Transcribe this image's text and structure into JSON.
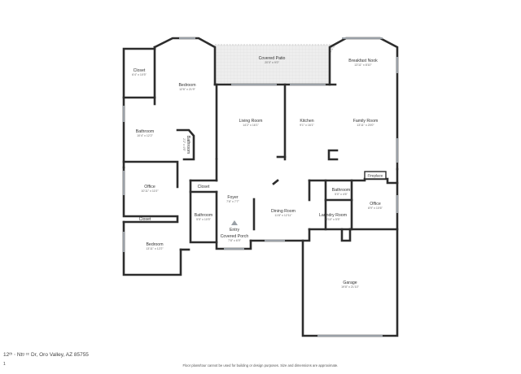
{
  "rooms": [
    {
      "id": "covered-patio",
      "name": "Covered Patio",
      "dims": "20'0\" x 9'0\""
    },
    {
      "id": "breakfast-nook",
      "name": "Breakfast Nook",
      "dims": "13'11\" x 8'10\""
    },
    {
      "id": "closet-top",
      "name": "Closet",
      "dims": "6'4\" x 10'5\""
    },
    {
      "id": "bedroom-main",
      "name": "Bedroom",
      "dims": "12'6\" x 21'9\""
    },
    {
      "id": "living-room",
      "name": "Living Room",
      "dims": "14'2\" x 16'1\""
    },
    {
      "id": "kitchen",
      "name": "Kitchen",
      "dims": "9'1\" x 16'1\""
    },
    {
      "id": "family-room",
      "name": "Family Room",
      "dims": "13'11\" x 20'0\""
    },
    {
      "id": "bathroom-main",
      "name": "Bathroom",
      "dims": "10'4\" x 12'2\""
    },
    {
      "id": "bathroom-small",
      "name": "Bathroom",
      "dims": "2'2\" x 4'6\""
    },
    {
      "id": "office-left",
      "name": "Office",
      "dims": "10'11\" x 11'0\""
    },
    {
      "id": "closet-mid",
      "name": "Closet",
      "dims": ""
    },
    {
      "id": "foyer",
      "name": "Foyer",
      "dims": "7'8\" x 7'7\""
    },
    {
      "id": "bathroom-hall",
      "name": "Bathroom",
      "dims": "5'5\" x 10'5\""
    },
    {
      "id": "dining-room",
      "name": "Dining Room",
      "dims": "11'8\" x 12'11\""
    },
    {
      "id": "bathroom-right",
      "name": "Bathroom",
      "dims": "5'0\" x 4'6\""
    },
    {
      "id": "office-right",
      "name": "Office",
      "dims": "8'9\" x 10'6\""
    },
    {
      "id": "laundry-room",
      "name": "Laundry Room",
      "dims": "8'10\" x 5'5\""
    },
    {
      "id": "closet-lower",
      "name": "Closet",
      "dims": ""
    },
    {
      "id": "entry",
      "name": "Entry",
      "dims": ""
    },
    {
      "id": "covered-porch",
      "name": "Covered Porch",
      "dims": "7'8\" x 6'9\""
    },
    {
      "id": "bedroom-lower",
      "name": "Bedroom",
      "dims": "13'11\" x 12'2\""
    },
    {
      "id": "garage",
      "name": "Garage",
      "dims": "19'8\" x 21'10\""
    }
  ],
  "fireplace_label": "Fireplace",
  "address": "12ᵗʰ ⋅ Ntᵍ ᶜᶜ Dr, Oro Valley, AZ 85755",
  "page_number": "1",
  "disclaimer": "Floor plans/tour cannot be used for building or design purposes. Size and dimensions are approximate.",
  "colors": {
    "wall": "#2d2d2d",
    "window": "#9aa0a6",
    "patio_fill": "#ececec"
  }
}
